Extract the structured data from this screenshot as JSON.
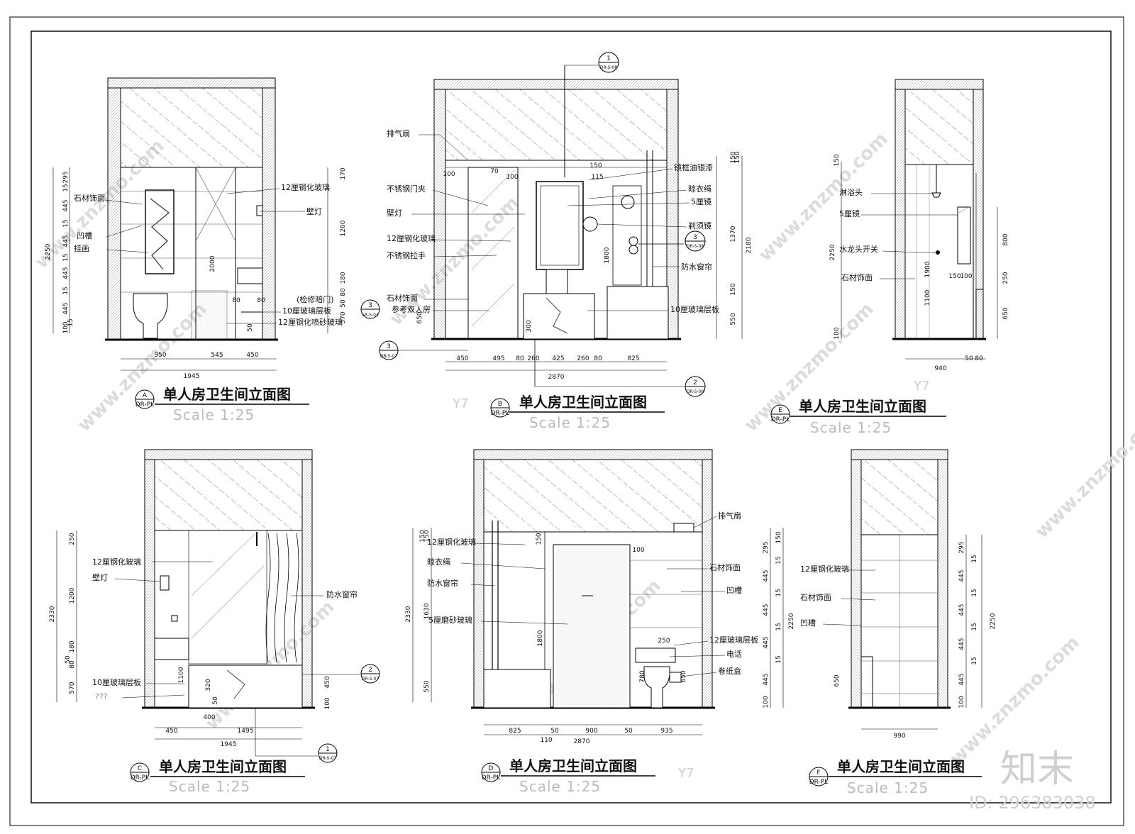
{
  "sheet": {
    "scale_text": "Scale 1:25",
    "title_text": "单人房卫生间立面图",
    "ref_code": "DR-PL",
    "brand": "知末",
    "id_text": "ID: 296383038",
    "watermark": "www.znzmo.com"
  },
  "views": {
    "A": {
      "label": "A",
      "notes": [
        "石材饰面",
        "凹槽",
        "挂画",
        "12厘钢化玻璃",
        "壁灯",
        "(检修暗门)",
        "10厘玻璃层板",
        "12厘钢化喷砂玻璃"
      ],
      "vdims_left": [
        "295",
        "15",
        "445",
        "15",
        "445",
        "15",
        "445",
        "15",
        "445",
        "100",
        "15"
      ],
      "total_height": "2250",
      "vdims_right": [
        "170",
        "1200",
        "180",
        "80",
        "50",
        "570"
      ],
      "inner": [
        "2000",
        "80",
        "80",
        "50"
      ],
      "hdims": [
        "950",
        "545",
        "450"
      ],
      "total_width": "1945"
    },
    "B": {
      "label": "B",
      "notes": [
        "排气扇",
        "不锈钢门夹",
        "壁灯",
        "12厘钢化玻璃",
        "不锈钢拉手",
        "石材饰面",
        "参考双人房",
        "镜框油银漆",
        "晾衣绳",
        "5厘镜",
        "剃须镜",
        "防水窗帘",
        "10厘玻璃层板"
      ],
      "callouts": [
        {
          "num": "1",
          "ref": "DR-S-08"
        },
        {
          "num": "3",
          "ref": "DR-S-08"
        },
        {
          "num": "3",
          "ref": "SR-S-03"
        },
        {
          "num": "3",
          "ref": "DR-S-07"
        },
        {
          "num": "2",
          "ref": "DR-S-08"
        }
      ],
      "top_dims": [
        "100",
        "70",
        "100",
        "115",
        "150"
      ],
      "vdims_right": [
        "150",
        "150",
        "1370",
        "150",
        "550"
      ],
      "total_height": "2180",
      "inner": [
        "1800",
        "650",
        "300"
      ],
      "hdims": [
        "450",
        "495",
        "80",
        "260",
        "425",
        "260",
        "80",
        "825"
      ],
      "total_width": "2870",
      "mark": "Y7"
    },
    "E": {
      "label": "E",
      "notes": [
        "淋浴头",
        "5厘镜",
        "水龙头开关",
        "石材饰面"
      ],
      "vdims_left": [
        "150",
        "2250",
        "100"
      ],
      "inner": [
        "1900",
        "1100",
        "150",
        "100"
      ],
      "vdims_right": [
        "800",
        "250",
        "650"
      ],
      "hdims": [
        "940",
        "50",
        "80"
      ],
      "mark": "Y7"
    },
    "C": {
      "label": "C",
      "notes": [
        "12厘钢化玻璃",
        "壁灯",
        "防水窗帘",
        "10厘玻璃层板",
        "???"
      ],
      "callouts": [
        {
          "num": "2",
          "ref": "DR-S-07"
        },
        {
          "num": "1",
          "ref": "DR-S-07"
        }
      ],
      "vdims_left": [
        "250",
        "1200",
        "180",
        "50",
        "80",
        "570"
      ],
      "total_height": "2330",
      "inner": [
        "1100",
        "320",
        "50"
      ],
      "vdims_right": [
        "450",
        "100"
      ],
      "hdims": [
        "400",
        "450",
        "1495"
      ],
      "total_width": "1945"
    },
    "D": {
      "label": "D",
      "notes": [
        "排气扇",
        "12厘钢化玻璃",
        "晾衣绳",
        "防水窗帘",
        "5厘磨砂玻璃",
        "石材饰面",
        "凹槽",
        "12厘玻璃层板",
        "电话",
        "卷纸盒"
      ],
      "vdims_left": [
        "150",
        "150",
        "1630",
        "550"
      ],
      "total_height": "2330",
      "inner": [
        "150",
        "100",
        "1800",
        "250",
        "780",
        "650"
      ],
      "vdims_right": [
        "295",
        "15",
        "445",
        "15",
        "445",
        "15",
        "445",
        "15",
        "445",
        "100",
        "150"
      ],
      "total_right": "2250",
      "hdims": [
        "825",
        "50",
        "900",
        "50",
        "935"
      ],
      "sub_dims": [
        "110",
        "2870"
      ],
      "mark": "Y7"
    },
    "F": {
      "label": "F",
      "notes": [
        "12厘钢化玻璃",
        "石材饰面",
        "凹槽"
      ],
      "vdims_left": [
        "650"
      ],
      "vdims_right": [
        "295",
        "15",
        "445",
        "15",
        "445",
        "15",
        "445",
        "15",
        "445",
        "100"
      ],
      "total_height": "2250",
      "hdims": [
        "990"
      ]
    }
  }
}
